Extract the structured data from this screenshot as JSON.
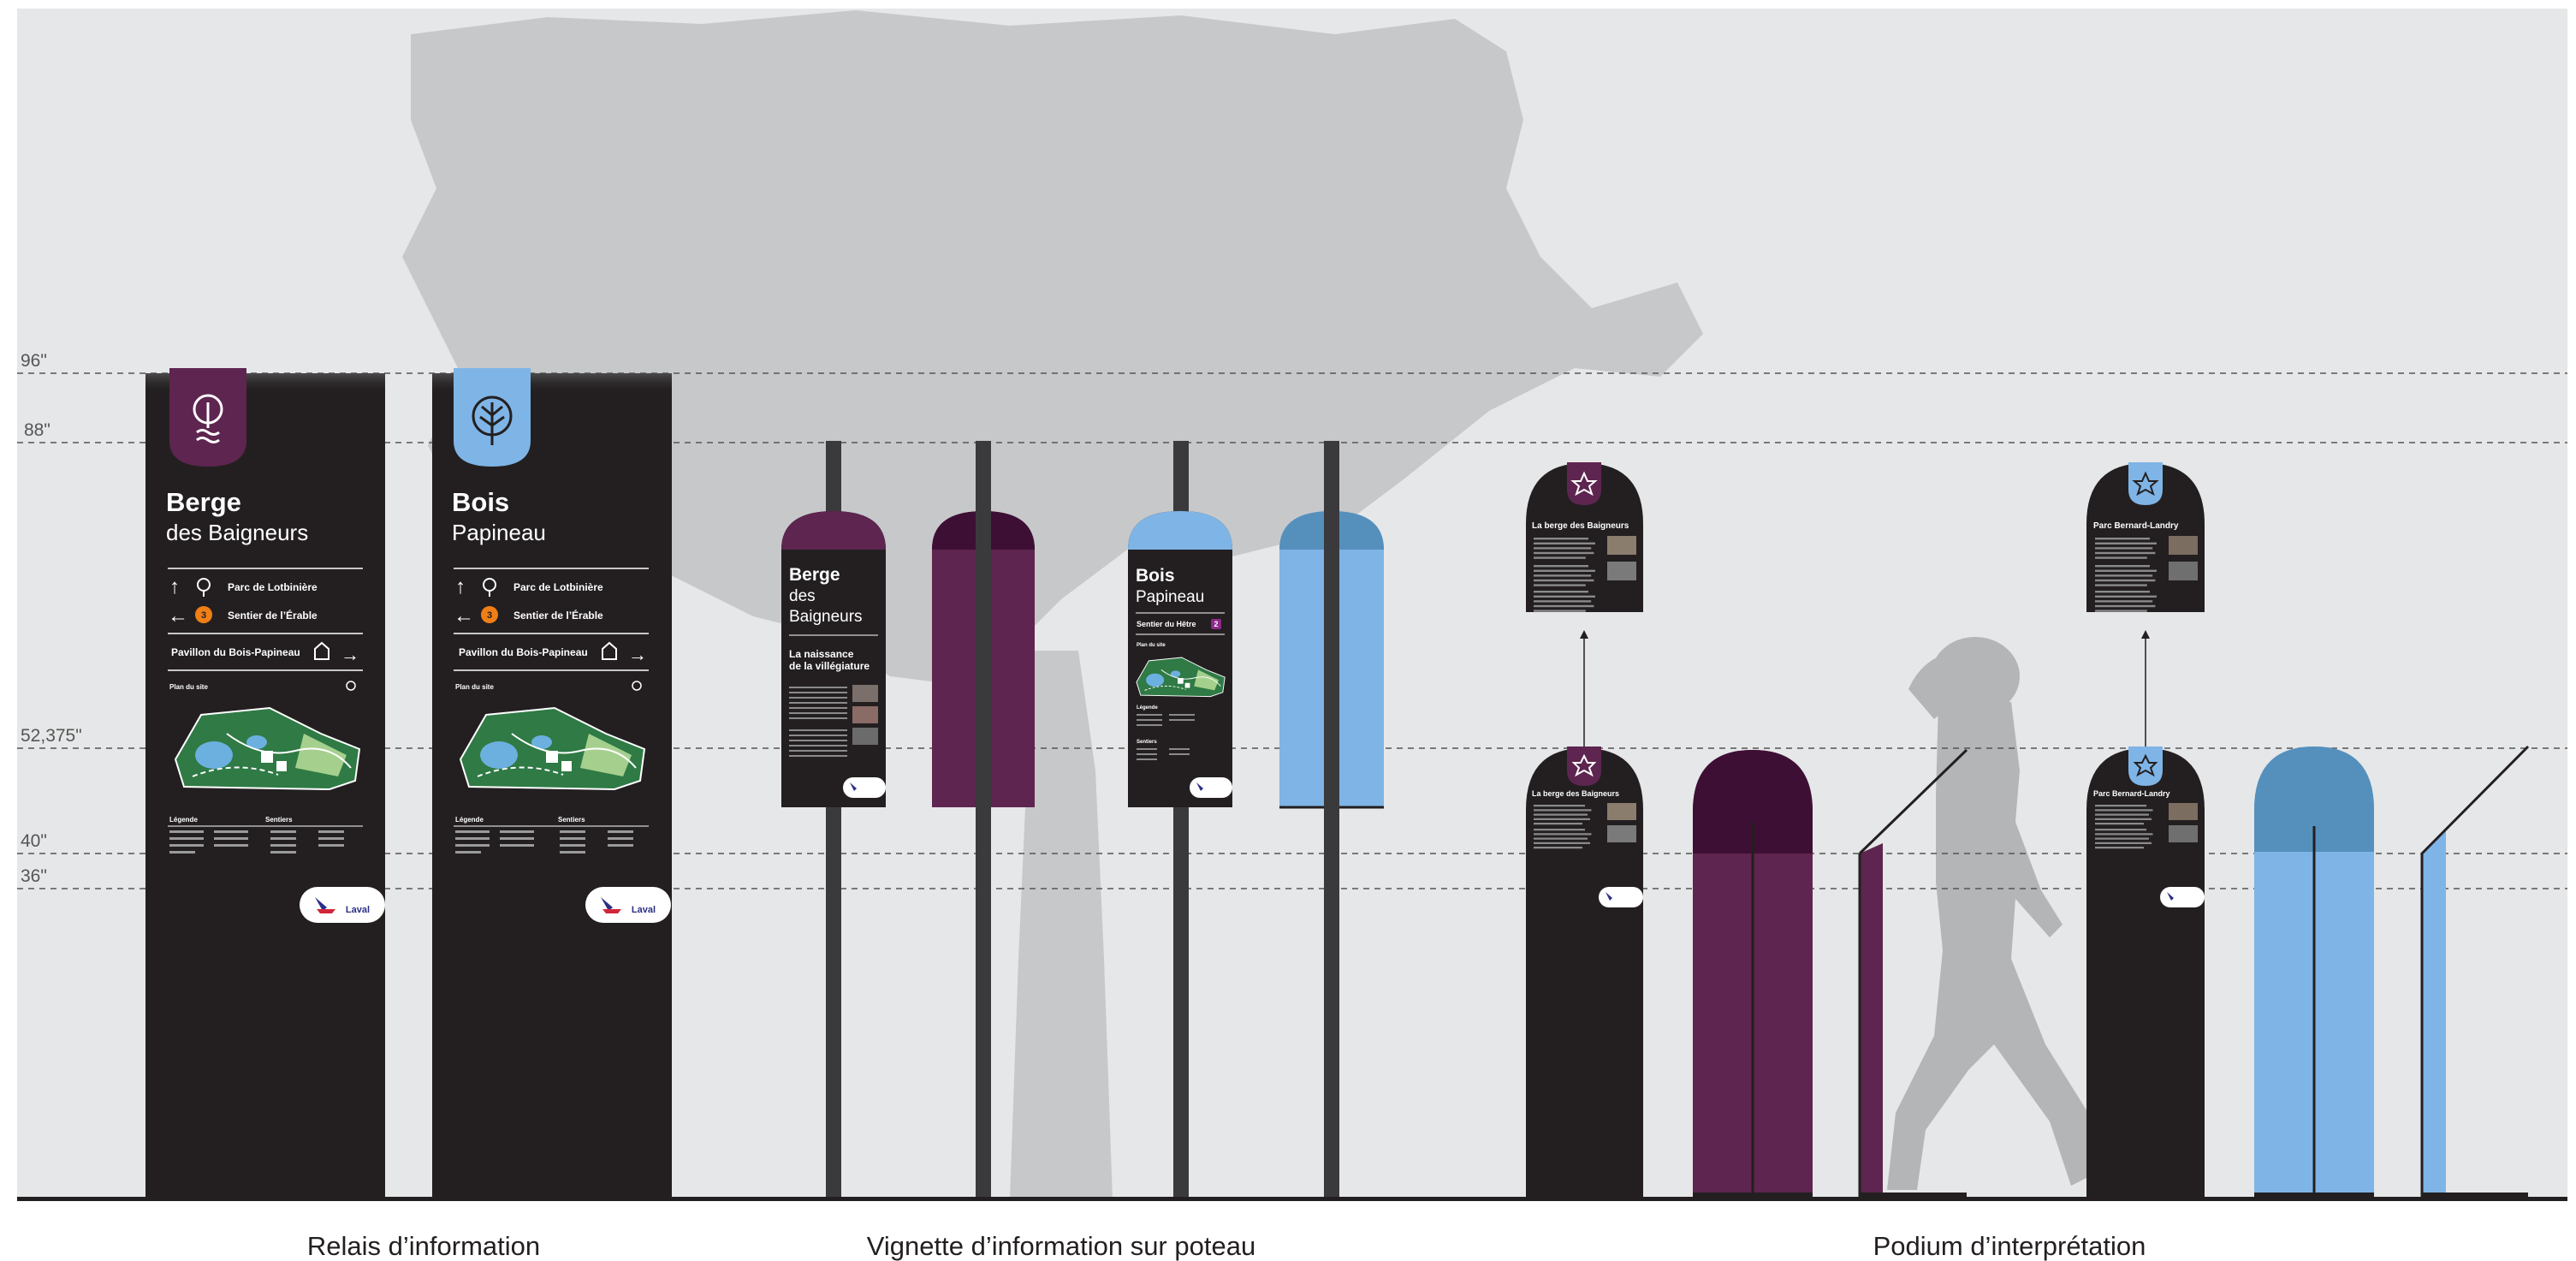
{
  "heights": {
    "h96": "96\"",
    "h88": "88\"",
    "h52": "52,375\"",
    "h40": "40\"",
    "h36": "36\""
  },
  "captions": {
    "relais": "Relais d’information",
    "vignette": "Vignette d’information sur poteau",
    "podium": "Podium d’interprétation"
  },
  "relais_berge": {
    "title": "Berge",
    "subtitle": "des Baigneurs",
    "dir1": "Parc de Lotbinière",
    "dir2": "Sentier de l’Érable",
    "dir2_num": "3",
    "pavilion": "Pavillon du Bois-Papineau",
    "plan_label": "Plan du site",
    "legend_title": "Légende",
    "trails_title": "Sentiers",
    "accent": "#5e2550"
  },
  "relais_bois": {
    "title": "Bois",
    "subtitle": "Papineau",
    "dir1": "Parc de Lotbinière",
    "dir2": "Sentier de l’Érable",
    "dir2_num": "3",
    "pavilion": "Pavillon du Bois-Papineau",
    "plan_label": "Plan du site",
    "legend_title": "Légende",
    "trails_title": "Sentiers",
    "accent": "#7fb4e6"
  },
  "vignette_berge": {
    "title": "Berge",
    "subtitle1": "des",
    "subtitle2": "Baigneurs",
    "headline1": "La naissance",
    "headline2": "de la villégiature"
  },
  "vignette_bois": {
    "title": "Bois",
    "subtitle": "Papineau",
    "trail": "Sentier du Hêtre",
    "trail_num": "2",
    "plan_label": "Plan du site",
    "legend_title": "Légende",
    "trails_title": "Sentiers"
  },
  "podium_berge": {
    "title": "La berge des Baigneurs"
  },
  "podium_bernard": {
    "title": "Parc Bernard-Landry"
  },
  "logo_text": "Laval",
  "colors": {
    "purple": "#5e2550",
    "purple_dark": "#3e0f34",
    "blue": "#7fb4e6",
    "blue_dark": "#5590bd",
    "sign_black": "#231f20",
    "background": "#e6e7e8",
    "tree": "#c7c8ca",
    "person": "#b4b5b7"
  }
}
